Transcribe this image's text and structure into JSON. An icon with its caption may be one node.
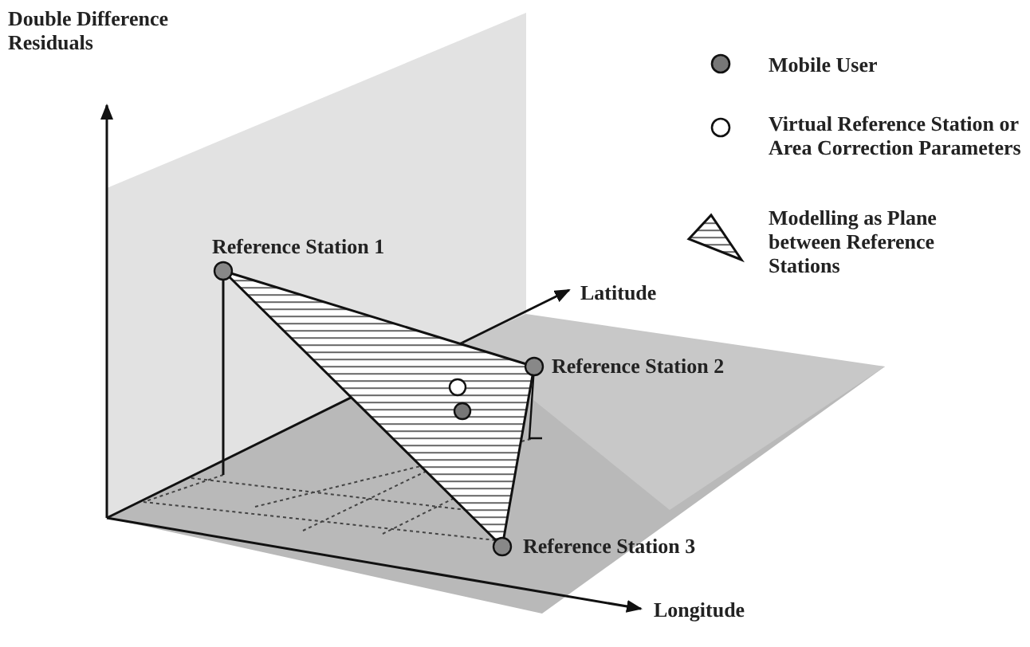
{
  "diagram": {
    "labels": [
      "Double Difference Residuals",
      "Reference Station 1",
      "Latitude",
      "Reference Station 2",
      "Reference Station 3",
      "Longitude"
    ],
    "legend": [
      {
        "text": "Mobile User"
      },
      {
        "text": "Virtual Reference Station or Area Correction Parameters"
      },
      {
        "text": "Modelling as Plane between Reference Stations"
      }
    ]
  }
}
